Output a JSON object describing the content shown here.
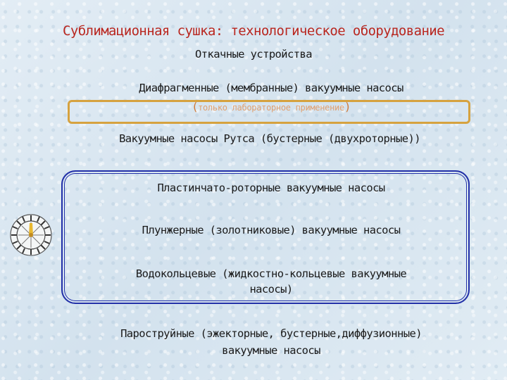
{
  "slide": {
    "title": "Сублимационная сушка: технологическое оборудование",
    "subtitle": "Откачные устройства",
    "items": {
      "diaphragm": "Диафрагменные (мембранные) вакуумные насосы",
      "diaphragm_note_open": "(",
      "diaphragm_note": "только лабораторное применение",
      "diaphragm_note_close": ")",
      "roots": "Вакуумные насосы Рутса (бустерные (двухроторные))",
      "rotary_vane": "Пластинчато-роторные вакуумные насосы",
      "plunger": "Плунжерные (золотниковые) вакуумные насосы",
      "liquid_ring_line1": "Водокольцевые (жидкостно-кольцевые вакуумные",
      "liquid_ring_line2": "насосы)",
      "steam_jet_line1": "Пароструйные (эжекторные, бустерные,диффузионные)",
      "steam_jet_line2": "вакуумные насосы"
    },
    "colors": {
      "title": "#b8261f",
      "highlight_frame": "#d6a23f",
      "group_frame": "#2230a8"
    },
    "icons": [
      "wheel-icon"
    ]
  }
}
